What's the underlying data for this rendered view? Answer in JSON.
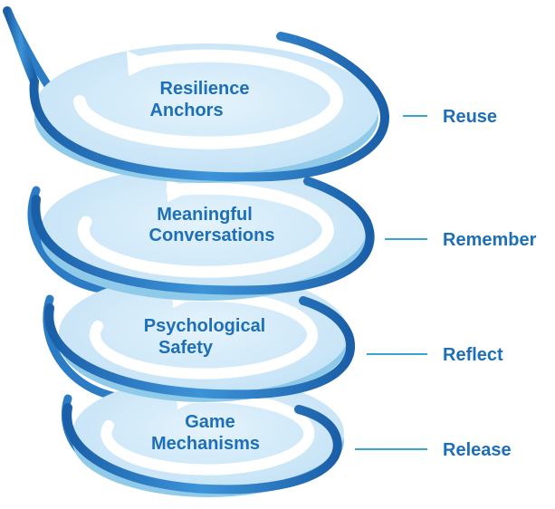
{
  "layers": [
    {
      "line1": "Resilience",
      "line2": "Anchors",
      "stage": "Reuse"
    },
    {
      "line1": "Meaningful",
      "line2": "Conversations",
      "stage": "Remember"
    },
    {
      "line1": "Psychological",
      "line2": "Safety",
      "stage": "Reflect"
    },
    {
      "line1": "Game",
      "line2": "Mechanisms",
      "stage": "Release"
    }
  ],
  "colors": {
    "text": "#1d6fb8",
    "ribbon": "#1e6db5",
    "ribbon_light": "#4aa0dd",
    "disc_top": "#d4ebf9",
    "disc_edge": "#8fcbe9",
    "connector": "#39a3d6"
  }
}
